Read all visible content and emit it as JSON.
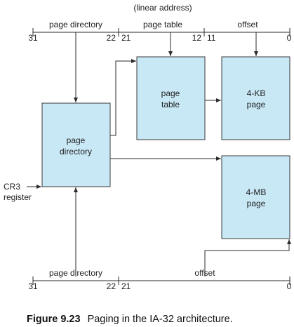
{
  "top_address": {
    "header": "(linear address)",
    "fields": {
      "directory": "page directory",
      "table": "page table",
      "offset": "offset"
    },
    "bits": {
      "b31": "31",
      "b22": "22",
      "b21": "21",
      "b12": "12",
      "b11": "11",
      "b0": "0"
    }
  },
  "bottom_address": {
    "fields": {
      "directory": "page directory",
      "offset": "offset"
    },
    "bits": {
      "b31": "31",
      "b22": "22",
      "b21": "21",
      "b0": "0"
    }
  },
  "boxes": {
    "page_directory": [
      "page",
      "directory"
    ],
    "page_table": [
      "page",
      "table"
    ],
    "page_4kb": [
      "4-KB",
      "page"
    ],
    "page_4mb": [
      "4-MB",
      "page"
    ]
  },
  "cr3": [
    "CR3",
    "register"
  ],
  "caption": {
    "number": "Figure 9.23",
    "text": "Paging in the IA-32 architecture."
  },
  "colors": {
    "box_fill": "#c8e8f6",
    "line": "#2b2b2b"
  }
}
